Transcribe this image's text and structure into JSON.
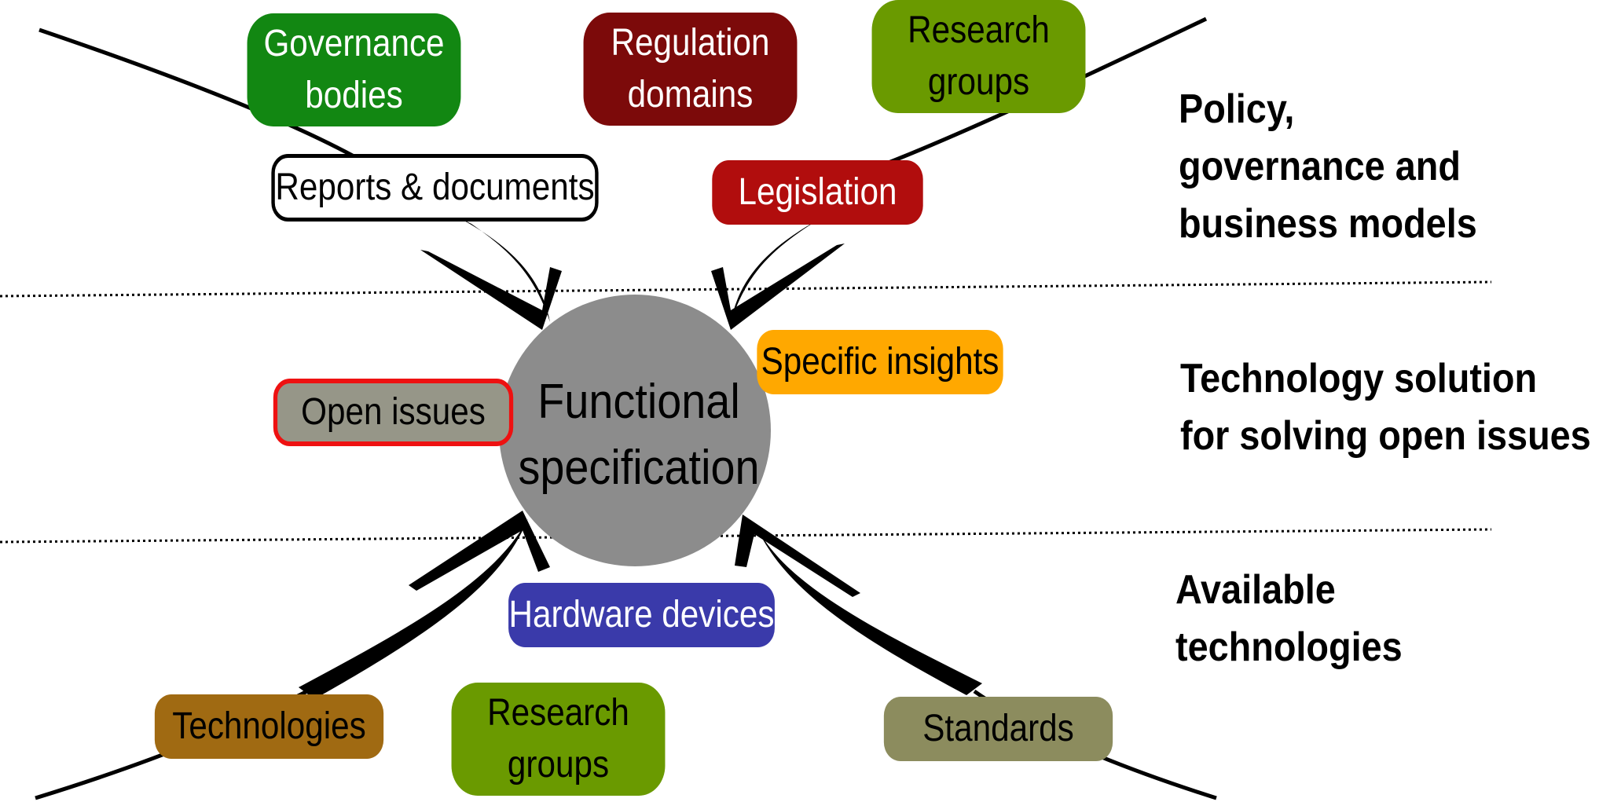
{
  "center": {
    "lines": [
      "Functional",
      "specification"
    ],
    "color": "#8c8c8c"
  },
  "sections": [
    {
      "id": "policy",
      "lines": [
        "Policy,",
        "governance and",
        "business models"
      ]
    },
    {
      "id": "technology",
      "lines": [
        "Technology solution",
        "for solving open issues"
      ]
    },
    {
      "id": "available",
      "lines": [
        "Available",
        "technologies"
      ]
    }
  ],
  "nodes": {
    "governance_bodies": {
      "lines": [
        "Governance",
        "bodies"
      ],
      "fill": "#128712",
      "text_color": "#ffffff"
    },
    "regulation_domains": {
      "lines": [
        "Regulation",
        "domains"
      ],
      "fill": "#7c0a0a",
      "text_color": "#ffffff"
    },
    "research_groups_top": {
      "lines": [
        "Research",
        "groups"
      ],
      "fill": "#6a9a00",
      "text_color": "#000000"
    },
    "reports_documents": {
      "lines": [
        "Reports & documents"
      ],
      "fill": "#ffffff",
      "text_color": "#000000",
      "border": "#000000"
    },
    "legislation": {
      "lines": [
        "Legislation"
      ],
      "fill": "#b10d0d",
      "text_color": "#ffffff"
    },
    "specific_insights": {
      "lines": [
        "Specific insights"
      ],
      "fill": "#ffa800",
      "text_color": "#000000"
    },
    "open_issues": {
      "lines": [
        "Open issues"
      ],
      "fill": "#969688",
      "text_color": "#000000",
      "border": "#ee1111"
    },
    "hardware_devices": {
      "lines": [
        "Hardware devices"
      ],
      "fill": "#3a3aaa",
      "text_color": "#ffffff"
    },
    "technologies": {
      "lines": [
        "Technologies"
      ],
      "fill": "#a06a12",
      "text_color": "#000000"
    },
    "research_groups_bottom": {
      "lines": [
        "Research",
        "groups"
      ],
      "fill": "#6a9a00",
      "text_color": "#000000"
    },
    "standards": {
      "lines": [
        "Standards"
      ],
      "fill": "#8c8c5e",
      "text_color": "#000000"
    }
  }
}
